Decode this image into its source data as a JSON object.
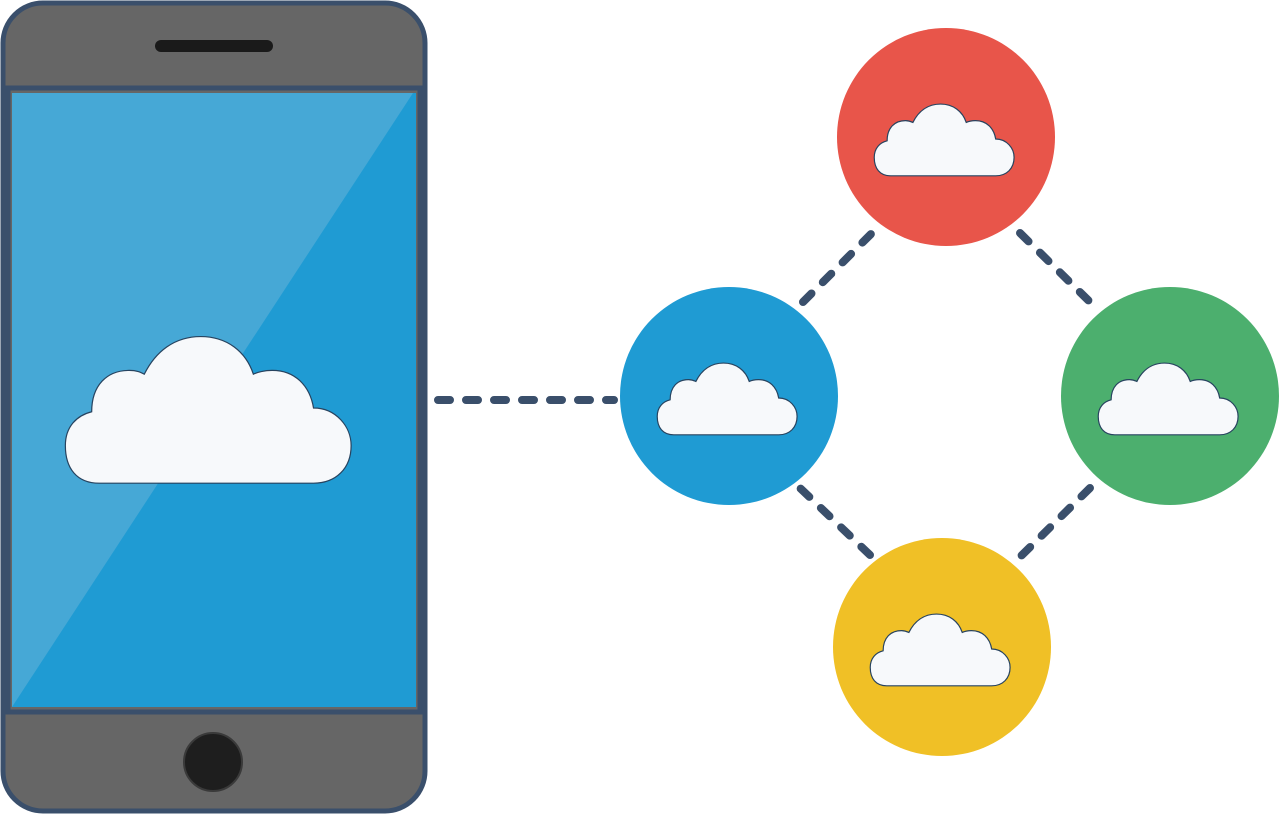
{
  "colors": {
    "background": "#ffffff",
    "outline": "#3a4f6b",
    "phone_body": "#666666",
    "screen": "#1f9bd3",
    "screen_glare": "#46a8d6",
    "speaker": "#1a1a1a",
    "home_button": "#1e1e1e",
    "cloud": "#f7f9fb",
    "connector": "#3a4f6b"
  },
  "phone": {
    "icon": "cloud-icon",
    "screen_content": "cloud"
  },
  "nodes": [
    {
      "id": "center",
      "color": "#1f9bd3",
      "icon": "cloud-icon"
    },
    {
      "id": "top",
      "color": "#e8554a",
      "icon": "cloud-icon"
    },
    {
      "id": "right",
      "color": "#4caf6e",
      "icon": "cloud-icon"
    },
    {
      "id": "bottom",
      "color": "#f0c026",
      "icon": "cloud-icon"
    }
  ],
  "connections": [
    {
      "from": "phone",
      "to": "center",
      "style": "dashed"
    },
    {
      "from": "center",
      "to": "top",
      "style": "dashed"
    },
    {
      "from": "top",
      "to": "right",
      "style": "dashed"
    },
    {
      "from": "right",
      "to": "bottom",
      "style": "dashed"
    },
    {
      "from": "bottom",
      "to": "center",
      "style": "dashed"
    }
  ]
}
